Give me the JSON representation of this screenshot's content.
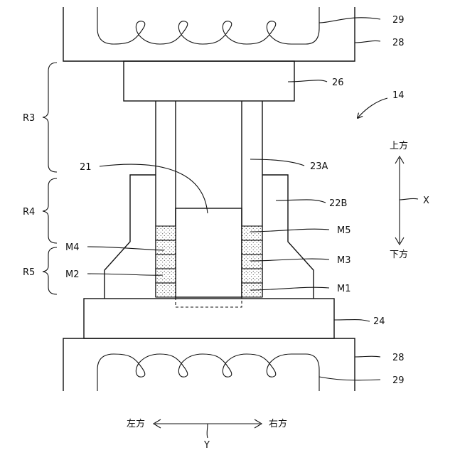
{
  "figure_number": "14",
  "refs": {
    "r29_top": "29",
    "r28_top": "28",
    "r26": "26",
    "r21": "21",
    "r23a": "23A",
    "r22b": "22B",
    "r24": "24",
    "r28_bot": "28",
    "r29_bot": "29"
  },
  "regions": {
    "r3": "R3",
    "r4": "R4",
    "r5": "R5"
  },
  "materials": {
    "m1": "M1",
    "m2": "M2",
    "m3": "M3",
    "m4": "M4",
    "m5": "M5"
  },
  "axes": {
    "vertical_name": "X",
    "up": "上方",
    "down": "下方",
    "horizontal_name": "Y",
    "left": "左方",
    "right": "右方"
  }
}
